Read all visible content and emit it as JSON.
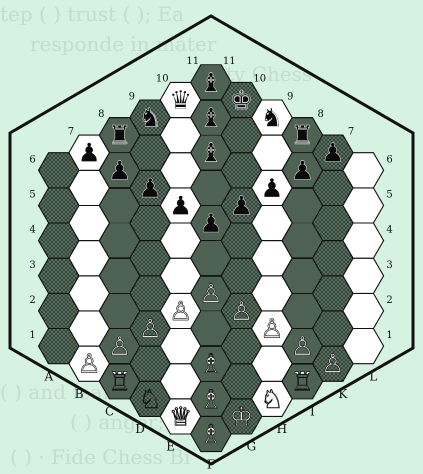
{
  "background_bleed_text": [
    "tep ( ) trust ( ); Ea",
    "responde in mater",
    "rity Chess",
    "( ) and learn",
    "( ) anger; Chess ( )",
    "( ) · Fide Chess Bi"
  ],
  "board": {
    "type": "hexagonal-chess",
    "file_labels": [
      "A",
      "B",
      "C",
      "D",
      "E",
      "F",
      "G",
      "H",
      "I",
      "K",
      "L"
    ],
    "rank_labels_left": [
      "1",
      "2",
      "3",
      "4",
      "5",
      "6",
      "7",
      "8",
      "9",
      "10",
      "11"
    ],
    "rank_labels_right": [
      "1",
      "2",
      "3",
      "4",
      "5",
      "6",
      "7",
      "8",
      "9",
      "10",
      "11"
    ],
    "colors": {
      "light": "#ffffff",
      "medium": "#6f8a76",
      "dark": "#35473c",
      "line": "#111111",
      "paper": "#d6f2e0"
    },
    "pieces": {
      "white": [
        {
          "file": "B",
          "rank": 1,
          "piece": "pawn",
          "glyph": "♙"
        },
        {
          "file": "C",
          "rank": 1,
          "piece": "rook",
          "glyph": "♖"
        },
        {
          "file": "C",
          "rank": 2,
          "piece": "pawn",
          "glyph": "♙"
        },
        {
          "file": "D",
          "rank": 1,
          "piece": "knight",
          "glyph": "♘"
        },
        {
          "file": "D",
          "rank": 3,
          "piece": "pawn",
          "glyph": "♙"
        },
        {
          "file": "E",
          "rank": 1,
          "piece": "queen",
          "glyph": "♕"
        },
        {
          "file": "E",
          "rank": 4,
          "piece": "pawn",
          "glyph": "♙"
        },
        {
          "file": "F",
          "rank": 1,
          "piece": "bishop",
          "glyph": "♗"
        },
        {
          "file": "F",
          "rank": 2,
          "piece": "bishop",
          "glyph": "♗"
        },
        {
          "file": "F",
          "rank": 3,
          "piece": "bishop",
          "glyph": "♗"
        },
        {
          "file": "F",
          "rank": 5,
          "piece": "pawn",
          "glyph": "♙"
        },
        {
          "file": "G",
          "rank": 1,
          "piece": "king",
          "glyph": "♔"
        },
        {
          "file": "G",
          "rank": 4,
          "piece": "pawn",
          "glyph": "♙"
        },
        {
          "file": "H",
          "rank": 1,
          "piece": "knight",
          "glyph": "♘"
        },
        {
          "file": "H",
          "rank": 3,
          "piece": "pawn",
          "glyph": "♙"
        },
        {
          "file": "I",
          "rank": 1,
          "piece": "rook",
          "glyph": "♖"
        },
        {
          "file": "I",
          "rank": 2,
          "piece": "pawn",
          "glyph": "♙"
        },
        {
          "file": "K",
          "rank": 1,
          "piece": "pawn",
          "glyph": "♙"
        }
      ],
      "black": [
        {
          "file": "B",
          "rank": 7,
          "piece": "pawn",
          "glyph": "♟"
        },
        {
          "file": "C",
          "rank": 8,
          "piece": "rook",
          "glyph": "♜"
        },
        {
          "file": "C",
          "rank": 7,
          "piece": "pawn",
          "glyph": "♟"
        },
        {
          "file": "D",
          "rank": 9,
          "piece": "knight",
          "glyph": "♞"
        },
        {
          "file": "D",
          "rank": 7,
          "piece": "pawn",
          "glyph": "♟"
        },
        {
          "file": "E",
          "rank": 10,
          "piece": "queen",
          "glyph": "♛"
        },
        {
          "file": "E",
          "rank": 7,
          "piece": "pawn",
          "glyph": "♟"
        },
        {
          "file": "F",
          "rank": 11,
          "piece": "bishop",
          "glyph": "♝"
        },
        {
          "file": "F",
          "rank": 10,
          "piece": "bishop",
          "glyph": "♝"
        },
        {
          "file": "F",
          "rank": 9,
          "piece": "bishop",
          "glyph": "♝"
        },
        {
          "file": "F",
          "rank": 7,
          "piece": "pawn",
          "glyph": "♟"
        },
        {
          "file": "G",
          "rank": 10,
          "piece": "king",
          "glyph": "♚"
        },
        {
          "file": "G",
          "rank": 7,
          "piece": "pawn",
          "glyph": "♟"
        },
        {
          "file": "H",
          "rank": 9,
          "piece": "knight",
          "glyph": "♞"
        },
        {
          "file": "H",
          "rank": 7,
          "piece": "pawn",
          "glyph": "♟"
        },
        {
          "file": "I",
          "rank": 8,
          "piece": "rook",
          "glyph": "♜"
        },
        {
          "file": "I",
          "rank": 7,
          "piece": "pawn",
          "glyph": "♟"
        },
        {
          "file": "K",
          "rank": 7,
          "piece": "pawn",
          "glyph": "♟"
        }
      ]
    }
  }
}
